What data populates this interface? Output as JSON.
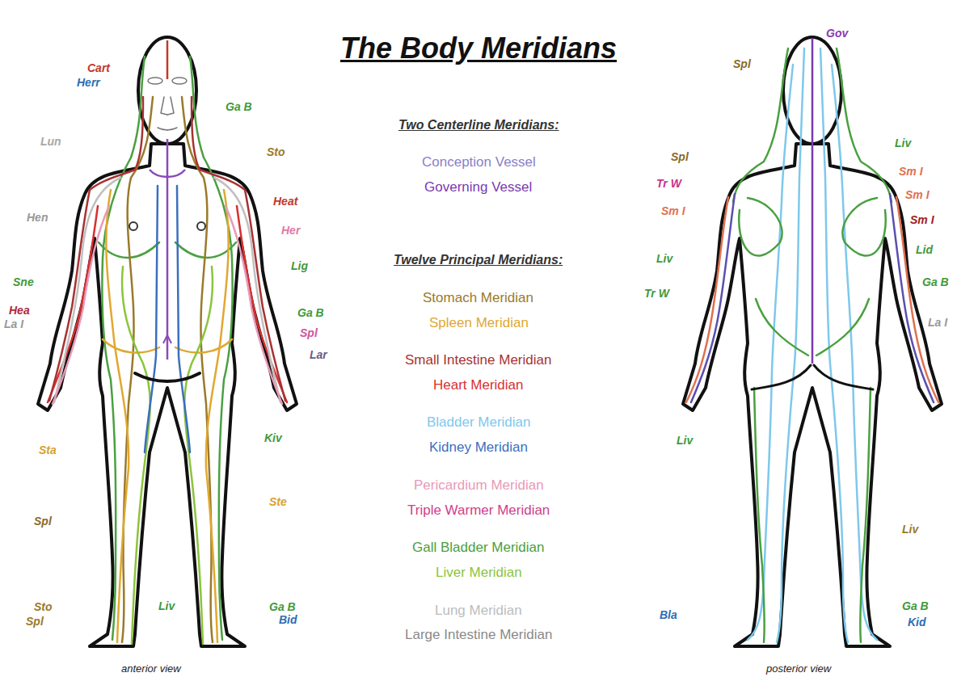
{
  "diagram": {
    "title": "The Body Meridians",
    "labels": [
      "Cart",
      "Herr",
      "Ga B",
      "Lun",
      "Sto",
      "Heat",
      "Hen",
      "Her",
      "Lig",
      "Sne",
      "Hea",
      "La I",
      "Ga B",
      "Spl",
      "Lar",
      "Kiv",
      "Sta",
      "Ste",
      "Spl",
      "Sto",
      "Ga B",
      "Spl",
      "Liv",
      "Bid",
      "anterior view",
      "Two Centerline Meridians:",
      "Twelve Principal Meridians:",
      "Gov",
      "Spl",
      "Liv",
      "Spl",
      "Sm I",
      "Sm I",
      "Tr W",
      "Sm I",
      "Sm I",
      "Lid",
      "Liv",
      "Ga B",
      "Tr W",
      "La I",
      "Liv",
      "Liv",
      "Bla",
      "Ga B",
      "Kid",
      "posterior view"
    ],
    "legend": [
      {
        "text": "Conception Vessel",
        "color": "#8a7fc8"
      },
      {
        "text": "Governing Vessel",
        "color": "#7a3ab0"
      },
      {
        "text": "Stomach Meridian",
        "color": "#9a7a2a"
      },
      {
        "text": "Spleen Meridian",
        "color": "#e0a830"
      },
      {
        "text": "Small Intestine Meridian",
        "color": "#a83232"
      },
      {
        "text": "Heart Meridian",
        "color": "#d93030"
      },
      {
        "text": "Bladder Meridian",
        "color": "#7ec8ec"
      },
      {
        "text": "Kidney Meridian",
        "color": "#3a6fc0"
      },
      {
        "text": "Pericardium Meridian",
        "color": "#e89ab8"
      },
      {
        "text": "Triple Warmer Meridian",
        "color": "#d0408a"
      },
      {
        "text": "Gall Bladder Meridian",
        "color": "#4aa040"
      },
      {
        "text": "Liver Meridian",
        "color": "#8cc43c"
      },
      {
        "text": "Lung Meridian",
        "color": "#bdbdbd"
      },
      {
        "text": "Large Intestine Meridian",
        "color": "#8a8a8a"
      }
    ]
  }
}
